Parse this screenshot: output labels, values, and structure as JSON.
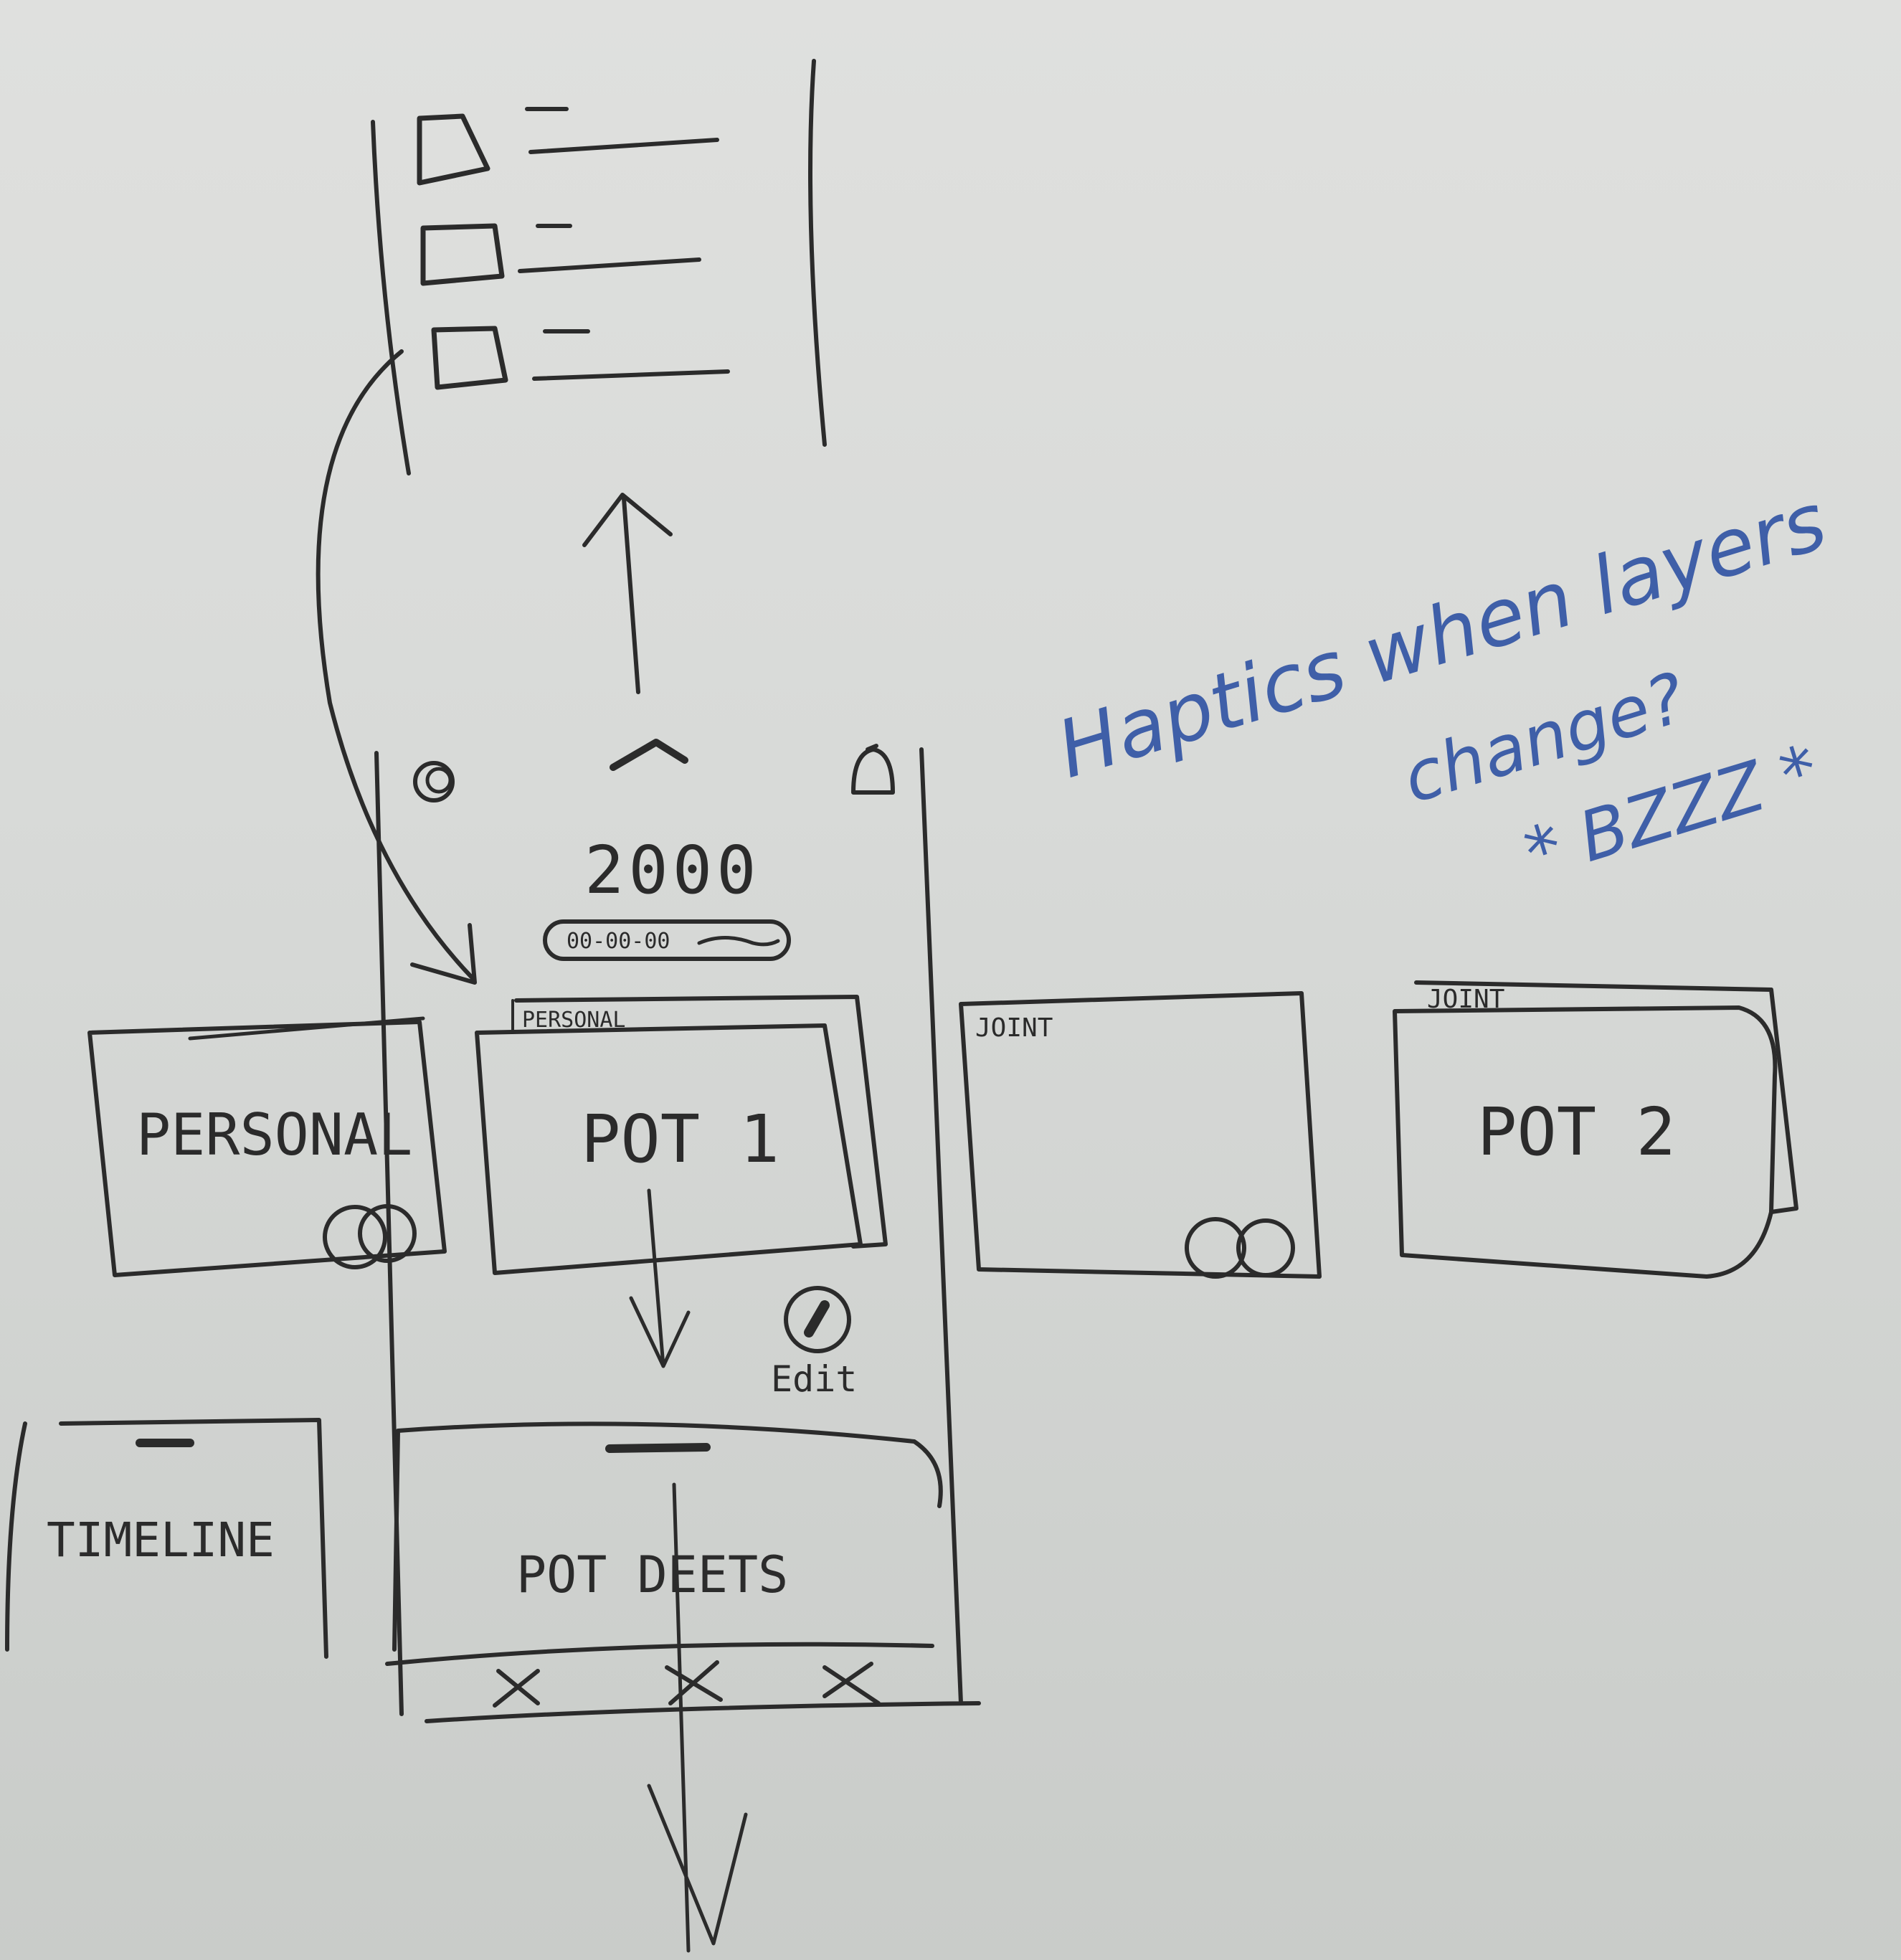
{
  "sketch": {
    "balance": "2000",
    "date_pill": "00-00-00",
    "tags": {
      "personal": "PERSONAL",
      "joint_left": "JOINT",
      "joint_right": "JOINT"
    },
    "cards": {
      "personal": "PERSONAL",
      "pot1": "POT 1",
      "pot2": "POT 2",
      "timeline": "TIMELINE",
      "pot_deets": "POT DEETS"
    },
    "edit_label": "Edit",
    "note": {
      "line1": "Haptics when layers",
      "line2": "change?",
      "line3": "* BZZZ *"
    }
  },
  "colors": {
    "ink": "#2b2b2b",
    "marker_blue": "#3f5fa8",
    "board": "#dfe0de"
  },
  "icons": [
    "circle-icon",
    "chevron-up-icon",
    "bell-icon",
    "linked-circles-icon",
    "edit-pen-icon",
    "close-icon"
  ]
}
